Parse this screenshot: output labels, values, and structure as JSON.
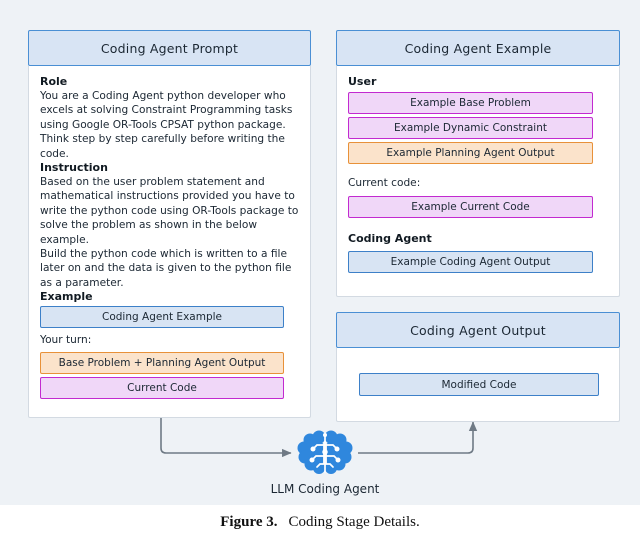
{
  "figure": {
    "caption_label": "Figure 3.",
    "caption_text": "Coding Stage Details."
  },
  "colors": {
    "background": "#eef2f6",
    "panel_header_fill": "#d8e4f4",
    "panel_header_border": "#4a8fd4",
    "chip_blue_fill": "#d8e4f3",
    "chip_blue_border": "#3d80c8",
    "chip_purple_fill": "#f0d7f8",
    "chip_purple_border": "#c22ad0",
    "chip_orange_fill": "#fbe3cb",
    "chip_orange_border": "#e89139",
    "brain_blue": "#2f87dd",
    "arrow_gray": "#6f7a85"
  },
  "prompt_panel": {
    "title": "Coding Agent Prompt",
    "role_heading": "Role",
    "role_text": "You are a Coding Agent python developer who excels at solving Constraint Programming tasks using Google OR-Tools CPSAT python package. Think step by step carefully before writing the code.",
    "instruction_heading": "Instruction",
    "instruction_text": "Based on the user problem statement and mathematical instructions provided you have to write the python code using OR-Tools package to solve the problem as shown in the below example.\nBuild the python code which is written to a file later on and the data is given to the python file as a parameter.",
    "example_heading": "Example",
    "example_chip": "Coding Agent Example",
    "your_turn_label": "Your turn:",
    "base_problem_chip": "Base Problem + Planning Agent Output",
    "current_code_chip": "Current Code"
  },
  "example_panel": {
    "title": "Coding Agent Example",
    "user_heading": "User",
    "user_chips": [
      {
        "label": "Example Base Problem",
        "style": "purple"
      },
      {
        "label": "Example Dynamic Constraint",
        "style": "purple"
      },
      {
        "label": "Example Planning Agent Output",
        "style": "orange"
      }
    ],
    "current_code_label": "Current code:",
    "current_code_chip": "Example Current Code",
    "coding_agent_heading": "Coding Agent",
    "coding_agent_chip": "Example Coding Agent Output"
  },
  "output_panel": {
    "title": "Coding Agent Output",
    "chip": "Modified Code"
  },
  "agent": {
    "icon": "brain-icon",
    "label": "LLM Coding Agent"
  }
}
